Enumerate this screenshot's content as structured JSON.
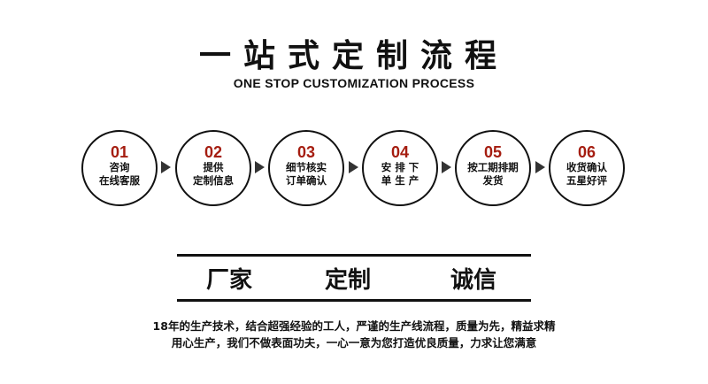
{
  "header": {
    "title": "一站式定制流程",
    "subtitle": "ONE STOP CUSTOMIZATION PROCESS"
  },
  "accent_color": "#a51d10",
  "steps": [
    {
      "num": "01",
      "line1": "咨询",
      "line2": "在线客服"
    },
    {
      "num": "02",
      "line1": "提供",
      "line2": "定制信息"
    },
    {
      "num": "03",
      "line1": "细节核实",
      "line2": "订单确认"
    },
    {
      "num": "04",
      "line1": "安 排 下",
      "line2": "单 生 产"
    },
    {
      "num": "05",
      "line1": "按工期排期",
      "line2": "发货"
    },
    {
      "num": "06",
      "line1": "收货确认",
      "line2": "五星好评"
    }
  ],
  "arrow_icon": "triangle-right-icon",
  "mottos": [
    "厂家",
    "定制",
    "诚信"
  ],
  "description": {
    "line1": "18年的生产技术，结合超强经验的工人，严谨的生产线流程，质量为先，精益求精",
    "line2": "用心生产，我们不做表面功夫，一心一意为您打造优良质量，力求让您满意"
  }
}
